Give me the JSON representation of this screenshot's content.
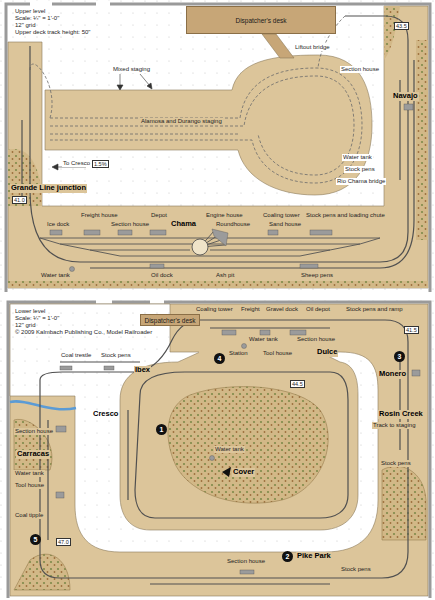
{
  "diagram": {
    "nodes": [
      {
        "text": [
          "Dispatcher's desk"
        ]
      },
      {
        "text": [
          "Dispatcher's desk"
        ]
      },
      {
        "text": [
          "4"
        ]
      },
      {
        "text": [
          "3"
        ]
      },
      {
        "text": [
          "1"
        ]
      },
      {
        "text": [
          "5"
        ]
      },
      {
        "text": [
          "2"
        ]
      }
    ],
    "labels": [
      "Upper level",
      "Scale: ¼\" = 1'-0\"",
      "12\" grid",
      "Upper deck track height: 50\"",
      "Mixed staging",
      "Alamosa and Durango staging",
      "To Cresco",
      "1.5%",
      "Liftout bridge",
      "Section house",
      "Navajo",
      "Water tank",
      "Stock pens",
      "Rio Chama bridge",
      "Grande Line junction",
      "41.0",
      "43.5",
      "Freight house",
      "Depot",
      "Engine house",
      "Coaling tower",
      "Stock pens and loading chute",
      "Ice dock",
      "Section house",
      "Chama",
      "Roundhouse",
      "Sand house",
      "Water tank",
      "Oil dock",
      "Ash pit",
      "Sheep pens",
      "Lower level",
      "Scale: ¼\" = 1'-0\"",
      "12\" grid",
      "© 2009 Kalmbach Publishing Co., Model Railroader",
      "Coaling tower",
      "Freight",
      "Gravel dock",
      "Oil depot",
      "Stock pens and ramp",
      "Water tank",
      "Section house",
      "Station",
      "Tool house",
      "Dulce",
      "Monero",
      "Rosin Creek",
      "Track to staging",
      "Stock pens",
      "Coal trestle",
      "Stock pens",
      "Ibex",
      "Cresco",
      "Section house",
      "Carracas",
      "Water tank",
      "Tool house",
      "Coal tipple",
      "47.0",
      "44.5",
      "41.5",
      "Water tank",
      "Cover",
      "Section house",
      "Pike Park",
      "Stock pens"
    ]
  }
}
